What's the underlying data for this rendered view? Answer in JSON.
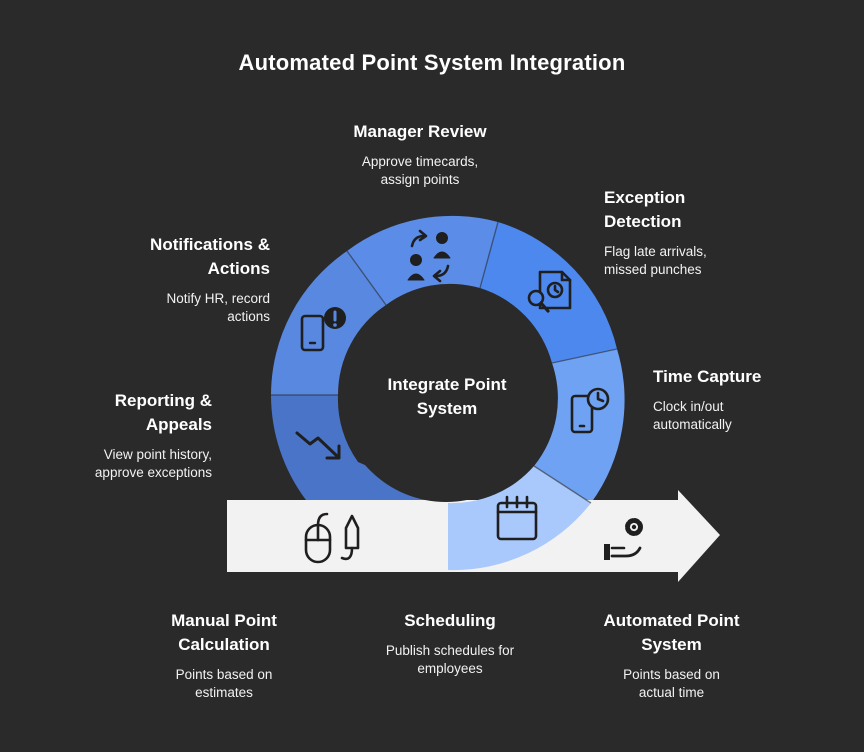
{
  "title": "Automated Point System Integration",
  "center": {
    "label": "Integrate Point System"
  },
  "colors": {
    "background": "#2a2a2a",
    "ring_segments": [
      "#5888e0",
      "#5b8ce8",
      "#4d88ee",
      "#6fa2f2",
      "#a9c8fb",
      "#4a74c8"
    ],
    "arrow": "#f2f2f2",
    "icon": "#1f1f1f"
  },
  "stages": [
    {
      "key": "manager-review",
      "title": "Manager Review",
      "description": "Approve timecards, assign points",
      "icon": "people-swap-icon"
    },
    {
      "key": "exception-detection",
      "title": "Exception Detection",
      "description": "Flag late arrivals, missed punches",
      "icon": "document-search-icon"
    },
    {
      "key": "time-capture",
      "title": "Time Capture",
      "description": "Clock in/out automatically",
      "icon": "mobile-clock-icon"
    },
    {
      "key": "scheduling",
      "title": "Scheduling",
      "description": "Publish schedules for employees",
      "icon": "calendar-icon"
    },
    {
      "key": "reporting-appeals",
      "title": "Reporting & Appeals",
      "description": "View point history, approve exceptions",
      "icon": "trend-down-icon"
    },
    {
      "key": "notifications-actions",
      "title": "Notifications & Actions",
      "description": "Notify HR, record actions",
      "icon": "mobile-alert-icon"
    }
  ],
  "arrow": {
    "start": {
      "title": "Manual Point Calculation",
      "description": "Points based on estimates",
      "icon": "mouse-pen-icon"
    },
    "end": {
      "title": "Automated Point System",
      "description": "Points based on actual time",
      "icon": "hand-gear-icon"
    }
  }
}
